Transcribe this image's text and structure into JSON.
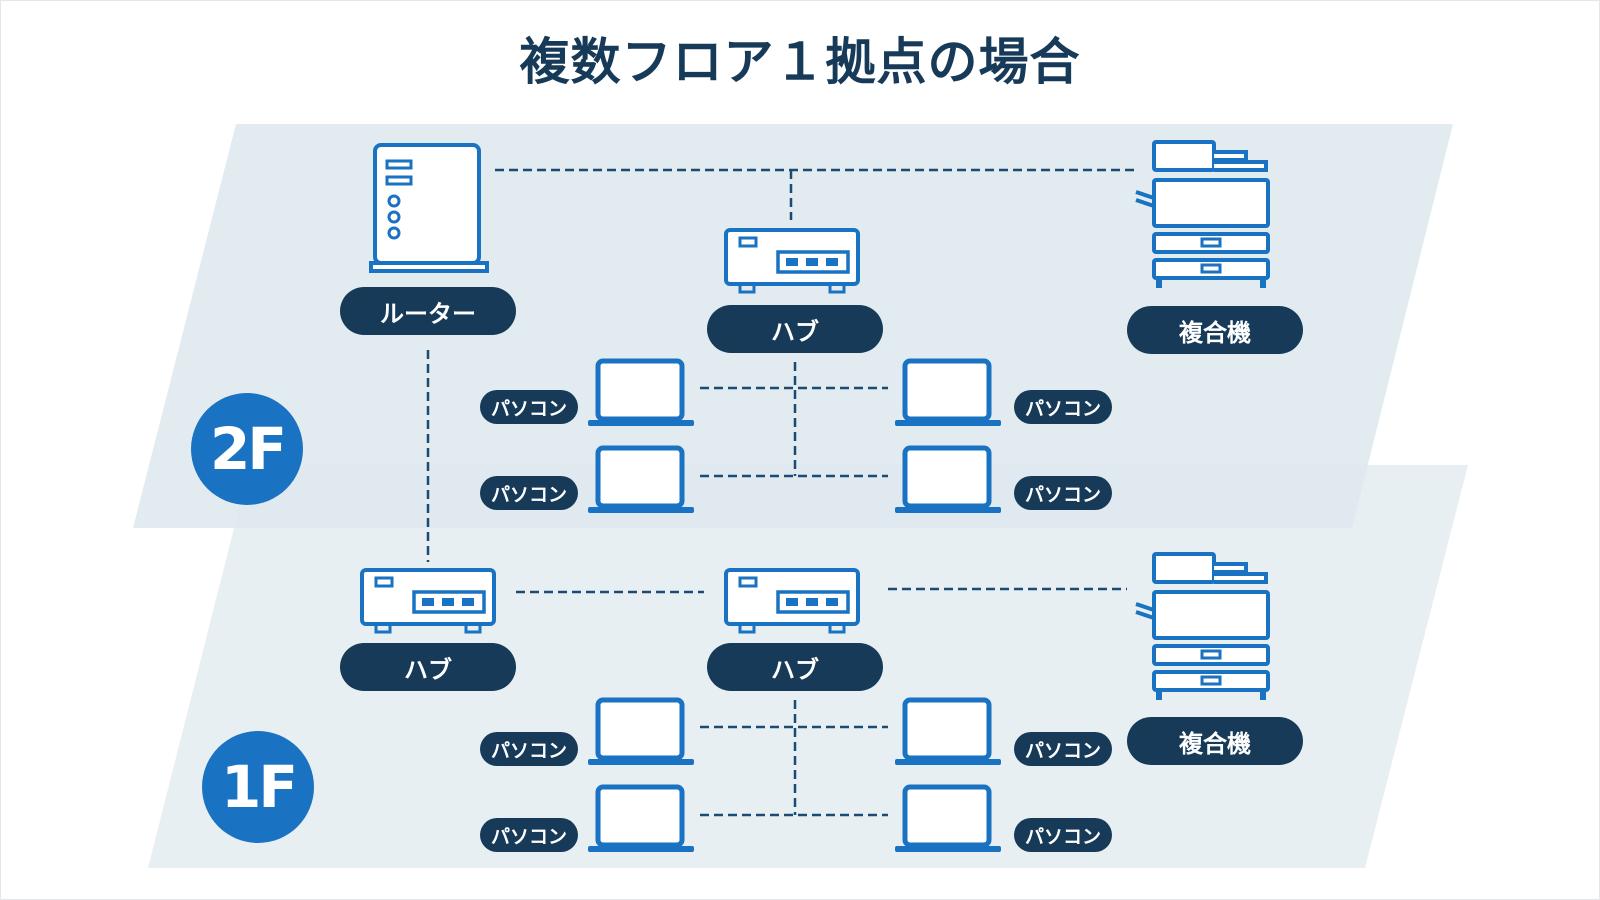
{
  "title": "複数フロア１拠点の場合",
  "floors": {
    "upper": "2F",
    "lower": "1F"
  },
  "labels": {
    "router": "ルーター",
    "hub": "ハブ",
    "mfp": "複合機",
    "pc": "パソコン"
  },
  "colors": {
    "title": "#163a58",
    "pill": "#163a58",
    "badge": "#1a72c2",
    "icon": "#1a72c2",
    "floor_plane": "#e3ecf1",
    "line": "#1b4a72"
  },
  "icons": [
    "router-icon",
    "hub-icon",
    "multifunction-printer-icon",
    "laptop-icon"
  ]
}
